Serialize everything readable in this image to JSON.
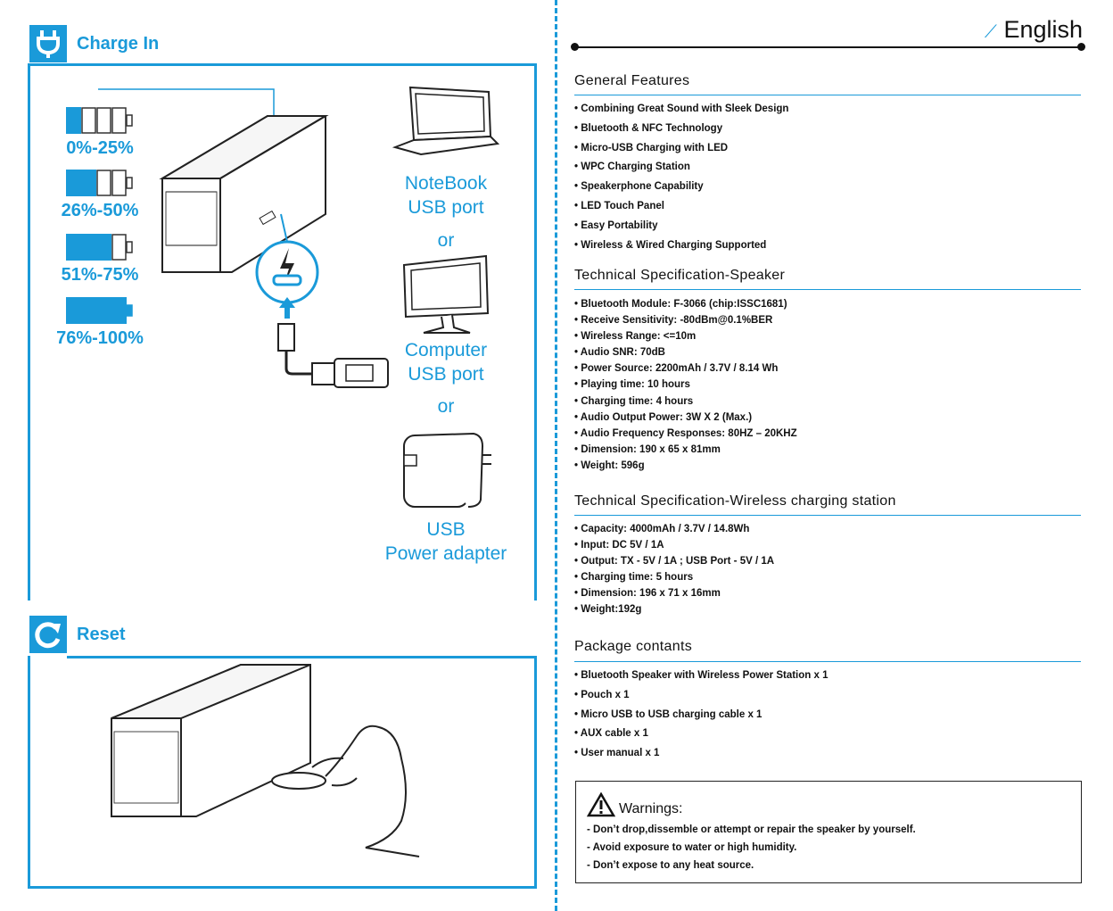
{
  "colors": {
    "accent": "#1a9ad9",
    "text": "#111111"
  },
  "charge": {
    "title": "Charge In",
    "icon": "plug-icon",
    "levels": [
      {
        "label": "0%-25%",
        "filled": 1
      },
      {
        "label": "26%-50%",
        "filled": 2
      },
      {
        "label": "51%-75%",
        "filled": 3
      },
      {
        "label": "76%-100%",
        "filled": 4
      }
    ],
    "sources": [
      {
        "line1": "NoteBook",
        "line2": "USB port"
      },
      {
        "line1": "Computer",
        "line2": "USB port"
      },
      {
        "line1": "USB",
        "line2": "Power adapter"
      }
    ],
    "or": "or"
  },
  "reset": {
    "title": "Reset",
    "icon": "reset-icon"
  },
  "language": "English",
  "sections": [
    {
      "title": "General Features",
      "items": [
        "Combining Great Sound with Sleek Design",
        "Bluetooth & NFC Technology",
        "Micro-USB Charging with LED",
        "WPC Charging Station",
        "Speakerphone Capability",
        "LED Touch Panel",
        "Easy Portability",
        "Wireless & Wired Charging Supported"
      ]
    },
    {
      "title": "Technical Specification-Speaker",
      "items": [
        "Bluetooth Module: F-3066 (chip:ISSC1681)",
        "Receive Sensitivity: -80dBm@0.1%BER",
        "Wireless Range: <=10m",
        "Audio SNR: 70dB",
        "Power Source: 2200mAh / 3.7V / 8.14 Wh",
        "Playing time: 10 hours",
        "Charging time: 4 hours",
        "Audio Output Power: 3W X 2 (Max.)",
        "Audio Frequency Responses: 80HZ – 20KHZ",
        "Dimension: 190 x 65 x 81mm",
        "Weight: 596g"
      ]
    },
    {
      "title": "Technical Specification-Wireless charging station",
      "items": [
        "Capacity: 4000mAh / 3.7V / 14.8Wh",
        "Input: DC 5V / 1A",
        "Output: TX - 5V / 1A ; USB Port - 5V / 1A",
        "Charging time: 5 hours",
        "Dimension: 196 x 71 x 16mm",
        "Weight:192g"
      ]
    },
    {
      "title": "Package contants",
      "items": [
        "Bluetooth Speaker with Wireless Power Station x 1",
        "Pouch x 1",
        "Micro USB to USB charging cable x 1",
        "AUX cable x 1",
        "User manual x 1"
      ]
    }
  ],
  "warnings": {
    "title": "Warnings:",
    "items": [
      "Don’t drop,dissemble or attempt or repair the speaker by yourself.",
      "Avoid exposure to water or high humidity.",
      "Don’t expose to any heat source."
    ]
  }
}
